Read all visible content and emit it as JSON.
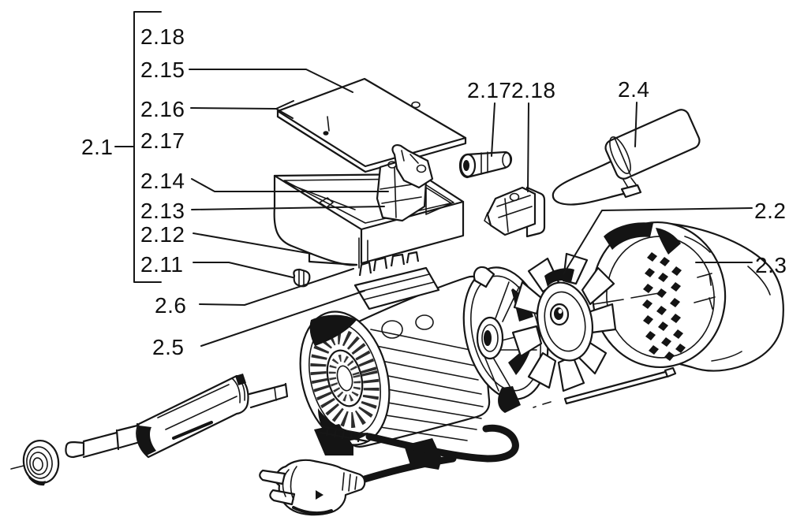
{
  "diagram": {
    "bracket_label": "2.1",
    "left_labels": [
      "2.18",
      "2.15",
      "2.16",
      "2.17",
      "2.14",
      "2.13",
      "2.12",
      "2.11"
    ],
    "sub_labels": [
      "2.6",
      "2.5"
    ],
    "top_labels": [
      "2.17",
      "2.18",
      "2.4"
    ],
    "right_labels": [
      "2.2",
      "2.3"
    ],
    "colors": {
      "ink": "#161616",
      "paper": "#ffffff"
    }
  }
}
